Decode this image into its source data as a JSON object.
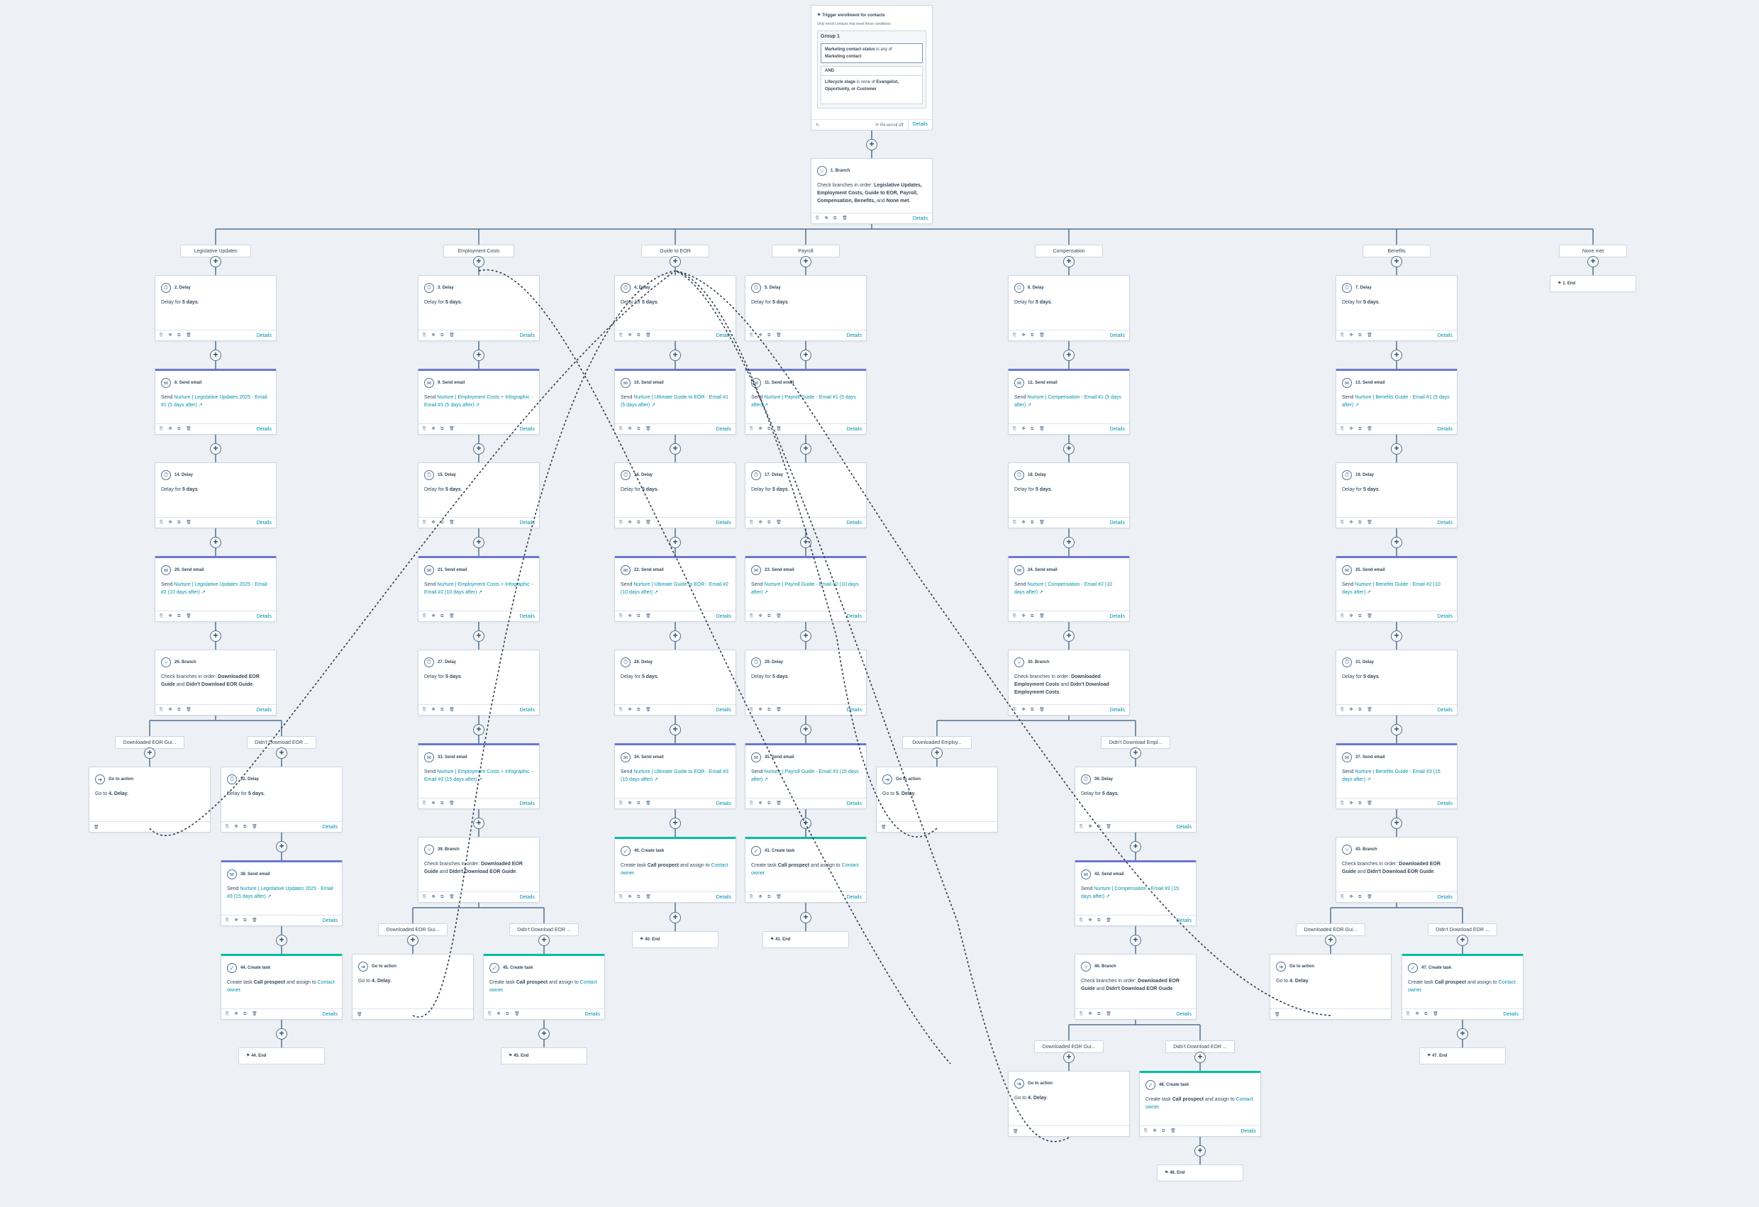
{
  "trigger": {
    "title": "Trigger enrollment for contacts",
    "subtitle": "Only enroll contacts that meet these conditions",
    "group_label": "Group 1",
    "condition1_field": "Marketing contact status",
    "condition1_op": "is any of",
    "condition1_value": "Marketing contact",
    "and_label": "AND",
    "condition2_field": "Lifecycle stage",
    "condition2_op": "is none of",
    "condition2_value": "Evangelist, Opportunity, or Customer",
    "reenroll": "Re-enroll off",
    "details": "Details"
  },
  "ui": {
    "details": "Details",
    "plus": "+"
  },
  "colors": {
    "email_accent": "#6a78d1",
    "task_accent": "#00bda5",
    "link": "#0091ae"
  },
  "branch_labels": [
    "Legislative Updates",
    "Employment Costs",
    "Guide to EOR",
    "Payroll",
    "Compensation",
    "Benefits",
    "None met",
    "Downloaded EOR Gui...",
    "Didn't Download EOR ...",
    "Downloaded EOR Gui...",
    "Didn't Download EOR ...",
    "Downloaded Employ...",
    "Didn't Download Empl...",
    "Downloaded EOR Gui...",
    "Didn't Download EOR ...",
    "Downloaded EOR Gui...",
    "Didn't Download EOR ..."
  ],
  "cards": [
    {
      "title": "1. Branch",
      "icon": "branch-icon",
      "type": "branch",
      "pre": "Check branches in order: ",
      "bold": "Legislative Updates, Employment Costs, Guide to EOR, Payroll, Compensation, Benefits,",
      "post": " and ",
      "bold2": "None met",
      "post2": "."
    },
    {
      "title": "2. Delay",
      "icon": "clock-icon",
      "type": "delay",
      "pre": "Delay for ",
      "bold": "5 days",
      "post": "."
    },
    {
      "title": "3. Delay",
      "icon": "clock-icon",
      "type": "delay",
      "pre": "Delay for ",
      "bold": "5 days",
      "post": "."
    },
    {
      "title": "4. Delay",
      "icon": "clock-icon",
      "type": "delay",
      "pre": "Delay for ",
      "bold": "5 days",
      "post": "."
    },
    {
      "title": "5. Delay",
      "icon": "clock-icon",
      "type": "delay",
      "pre": "Delay for ",
      "bold": "5 days",
      "post": "."
    },
    {
      "title": "6. Delay",
      "icon": "clock-icon",
      "type": "delay",
      "pre": "Delay for ",
      "bold": "5 days",
      "post": "."
    },
    {
      "title": "7. Delay",
      "icon": "clock-icon",
      "type": "delay",
      "pre": "Delay for ",
      "bold": "5 days",
      "post": "."
    },
    {
      "title": "8. Send email",
      "icon": "email-icon",
      "type": "email",
      "pre": "Send ",
      "link": "Nurture | Legislative Updates 2025 - Email #1 (5 days after)"
    },
    {
      "title": "9. Send email",
      "icon": "email-icon",
      "type": "email",
      "pre": "Send ",
      "link": "Nurture | Employment Costs + Infographic - Email #1 (5 days after)"
    },
    {
      "title": "10. Send email",
      "icon": "email-icon",
      "type": "email",
      "pre": "Send ",
      "link": "Nurture | Ultimate Guide to EOR - Email #1 (5 days after)"
    },
    {
      "title": "11. Send email",
      "icon": "email-icon",
      "type": "email",
      "pre": "Send ",
      "link": "Nurture | Payroll Guide - Email #1 (5 days after)"
    },
    {
      "title": "12. Send email",
      "icon": "email-icon",
      "type": "email",
      "pre": "Send ",
      "link": "Nurture | Compensation - Email #1 (5 days after)"
    },
    {
      "title": "13. Send email",
      "icon": "email-icon",
      "type": "email",
      "pre": "Send ",
      "link": "Nurture | Benefits Guide - Email #1 (5 days after)"
    },
    {
      "title": "14. Delay",
      "icon": "clock-icon",
      "type": "delay",
      "pre": "Delay for ",
      "bold": "5 days",
      "post": "."
    },
    {
      "title": "15. Delay",
      "icon": "clock-icon",
      "type": "delay",
      "pre": "Delay for ",
      "bold": "5 days",
      "post": "."
    },
    {
      "title": "16. Delay",
      "icon": "clock-icon",
      "type": "delay",
      "pre": "Delay for ",
      "bold": "5 days",
      "post": "."
    },
    {
      "title": "17. Delay",
      "icon": "clock-icon",
      "type": "delay",
      "pre": "Delay for ",
      "bold": "5 days",
      "post": "."
    },
    {
      "title": "18. Delay",
      "icon": "clock-icon",
      "type": "delay",
      "pre": "Delay for ",
      "bold": "5 days",
      "post": "."
    },
    {
      "title": "19. Delay",
      "icon": "clock-icon",
      "type": "delay",
      "pre": "Delay for ",
      "bold": "5 days",
      "post": "."
    },
    {
      "title": "20. Send email",
      "icon": "email-icon",
      "type": "email",
      "pre": "Send ",
      "link": "Nurture | Legislative Updates 2025 - Email #2 (10 days after)"
    },
    {
      "title": "21. Send email",
      "icon": "email-icon",
      "type": "email",
      "pre": "Send ",
      "link": "Nurture | Employment Costs + Infographic - Email #2 (10 days after)"
    },
    {
      "title": "22. Send email",
      "icon": "email-icon",
      "type": "email",
      "pre": "Send ",
      "link": "Nurture | Ultimate Guide to EOR - Email #2 (10 days after)"
    },
    {
      "title": "23. Send email",
      "icon": "email-icon",
      "type": "email",
      "pre": "Send ",
      "link": "Nurture | Payroll Guide - Email #2 (10 days after)"
    },
    {
      "title": "24. Send email",
      "icon": "email-icon",
      "type": "email",
      "pre": "Send ",
      "link": "Nurture | Compensation - Email #2 (10 days after)"
    },
    {
      "title": "25. Send email",
      "icon": "email-icon",
      "type": "email",
      "pre": "Send ",
      "link": "Nurture | Benefits Guide - Email #2 (10 days after)"
    },
    {
      "title": "26. Branch",
      "icon": "branch-icon",
      "type": "branch",
      "pre": "Check branches in order: ",
      "bold": "Downloaded EOR Guide",
      "post": " and ",
      "bold2": "Didn't Download EOR Guide",
      "post2": "."
    },
    {
      "title": "27. Delay",
      "icon": "clock-icon",
      "type": "delay",
      "pre": "Delay for ",
      "bold": "5 days",
      "post": "."
    },
    {
      "title": "28. Delay",
      "icon": "clock-icon",
      "type": "delay",
      "pre": "Delay for ",
      "bold": "5 days",
      "post": "."
    },
    {
      "title": "29. Delay",
      "icon": "clock-icon",
      "type": "delay",
      "pre": "Delay for ",
      "bold": "5 days",
      "post": "."
    },
    {
      "title": "30. Branch",
      "icon": "branch-icon",
      "type": "branch",
      "pre": "Check branches in order: ",
      "bold": "Downloaded Employment Costs",
      "post": " and ",
      "bold2": "Didn't Download Employment Costs",
      "post2": "."
    },
    {
      "title": "31. Delay",
      "icon": "clock-icon",
      "type": "delay",
      "pre": "Delay for ",
      "bold": "5 days",
      "post": "."
    },
    {
      "title": "Go to action",
      "icon": "goto-icon",
      "type": "goto",
      "pre": "Go to ",
      "bold": "4. Delay",
      "post": "."
    },
    {
      "title": "32. Delay",
      "icon": "clock-icon",
      "type": "delay",
      "pre": "Delay for ",
      "bold": "5 days",
      "post": "."
    },
    {
      "title": "33. Send email",
      "icon": "email-icon",
      "type": "email",
      "pre": "Send ",
      "link": "Nurture | Employment Costs + Infographic - Email #3 (15 days after)"
    },
    {
      "title": "34. Send email",
      "icon": "email-icon",
      "type": "email",
      "pre": "Send ",
      "link": "Nurture | Ultimate Guide to EOR - Email #3 (15 days after)"
    },
    {
      "title": "35. Send email",
      "icon": "email-icon",
      "type": "email",
      "pre": "Send ",
      "link": "Nurture | Payroll Guide - Email #3 (15 days after)"
    },
    {
      "title": "Go to action",
      "icon": "goto-icon",
      "type": "goto",
      "pre": "Go to ",
      "bold": "5. Delay",
      "post": "."
    },
    {
      "title": "36. Delay",
      "icon": "clock-icon",
      "type": "delay",
      "pre": "Delay for ",
      "bold": "5 days",
      "post": "."
    },
    {
      "title": "37. Send email",
      "icon": "email-icon",
      "type": "email",
      "pre": "Send ",
      "link": "Nurture | Benefits Guide - Email #3 (15 days after)"
    },
    {
      "title": "38. Send email",
      "icon": "email-icon",
      "type": "email",
      "pre": "Send ",
      "link": "Nurture | Legislative Updates 2025 - Email #3 (15 days after)"
    },
    {
      "title": "39. Branch",
      "icon": "branch-icon",
      "type": "branch",
      "pre": "Check branches in order: ",
      "bold": "Downloaded EOR Guide",
      "post": " and ",
      "bold2": "Didn't Download EOR Guide",
      "post2": "."
    },
    {
      "title": "40. Create task",
      "icon": "task-icon",
      "type": "task",
      "pre": "Create task ",
      "bold": "Call prospect",
      "post": " and assign to ",
      "link": "Contact owner."
    },
    {
      "title": "41. Create task",
      "icon": "task-icon",
      "type": "task",
      "pre": "Create task ",
      "bold": "Call prospect",
      "post": " and assign to ",
      "link": "Contact owner."
    },
    {
      "title": "42. Send email",
      "icon": "email-icon",
      "type": "email",
      "pre": "Send ",
      "link": "Nurture | Compensation - Email #3 (15 days after)"
    },
    {
      "title": "43. Branch",
      "icon": "branch-icon",
      "type": "branch",
      "pre": "Check branches in order: ",
      "bold": "Downloaded EOR Guide",
      "post": " and ",
      "bold2": "Didn't Download EOR Guide",
      "post2": "."
    },
    {
      "title": "44. Create task",
      "icon": "task-icon",
      "type": "task",
      "pre": "Create task ",
      "bold": "Call prospect",
      "post": " and assign to ",
      "link": "Contact owner."
    },
    {
      "title": "Go to action",
      "icon": "goto-icon",
      "type": "goto",
      "pre": "Go to ",
      "bold": "4. Delay",
      "post": "."
    },
    {
      "title": "45. Create task",
      "icon": "task-icon",
      "type": "task",
      "pre": "Create task ",
      "bold": "Call prospect",
      "post": " and assign to ",
      "link": "Contact owner."
    },
    {
      "title": "46. Branch",
      "icon": "branch-icon",
      "type": "branch",
      "pre": "Check branches in order: ",
      "bold": "Downloaded EOR Guide",
      "post": " and ",
      "bold2": "Didn't Download EOR Guide",
      "post2": "."
    },
    {
      "title": "Go to action",
      "icon": "goto-icon",
      "type": "goto",
      "pre": "Go to ",
      "bold": "4. Delay",
      "post": "."
    },
    {
      "title": "47. Create task",
      "icon": "task-icon",
      "type": "task",
      "pre": "Create task ",
      "bold": "Call prospect",
      "post": " and assign to ",
      "link": "Contact owner."
    },
    {
      "title": "Go to action",
      "icon": "goto-icon",
      "type": "goto",
      "pre": "Go to ",
      "bold": "4. Delay",
      "post": "."
    },
    {
      "title": "48. Create task",
      "icon": "task-icon",
      "type": "task",
      "pre": "Create task ",
      "bold": "Call prospect",
      "post": " and assign to ",
      "link": "Contact owner."
    }
  ],
  "ends": [
    "1. End",
    "40. End",
    "41. End",
    "44. End",
    "45. End",
    "47. End",
    "48. End"
  ]
}
